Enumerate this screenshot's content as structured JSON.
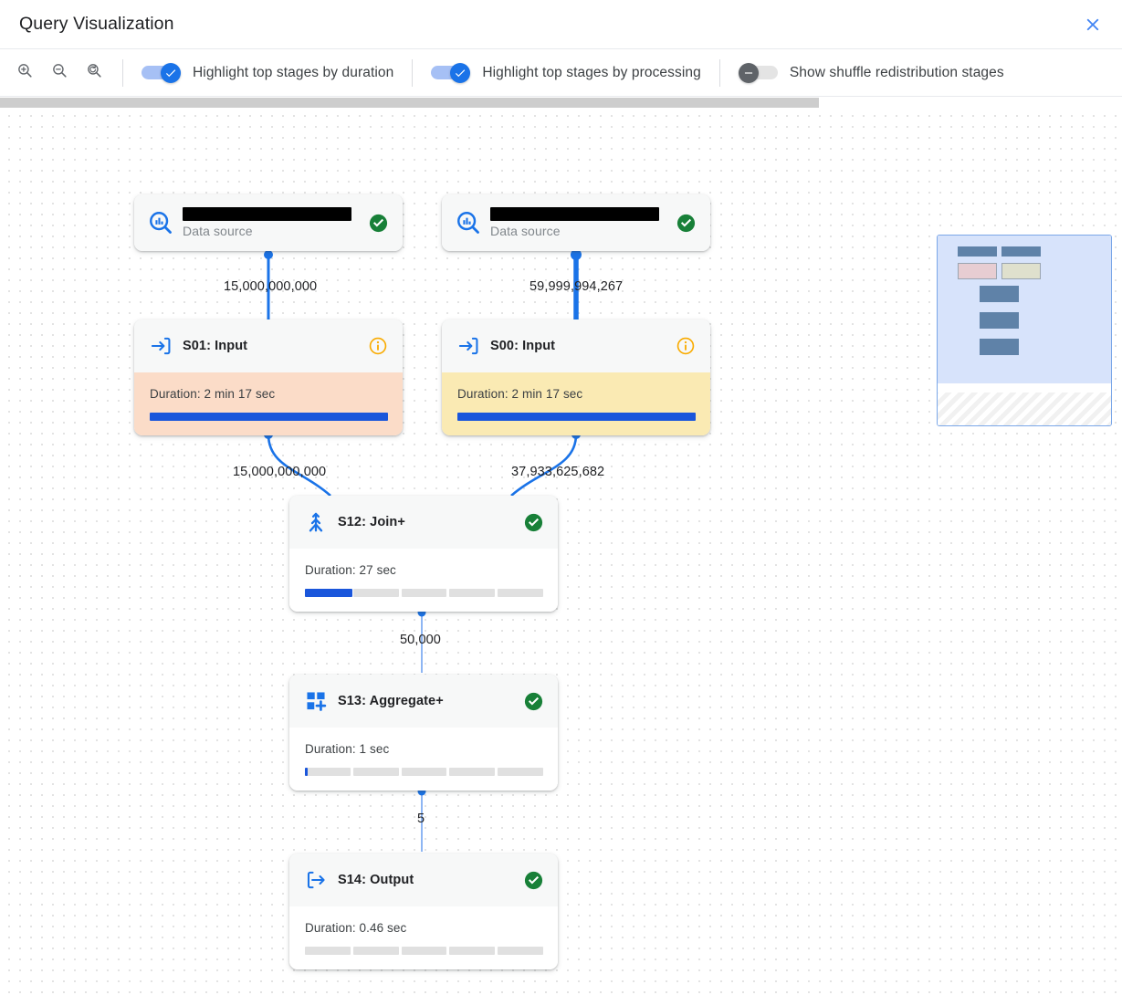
{
  "header": {
    "title": "Query Visualization",
    "close_icon": "close-icon"
  },
  "toolbar": {
    "zoom_in_icon": "zoom-in-icon",
    "zoom_out_icon": "zoom-out-icon",
    "zoom_reset_icon": "zoom-reset-icon",
    "toggles": [
      {
        "label": "Highlight top stages by duration",
        "state": "on"
      },
      {
        "label": "Highlight top stages by processing",
        "state": "on"
      },
      {
        "label": "Show shuffle redistribution stages",
        "state": "off"
      }
    ]
  },
  "colors": {
    "accent": "#1a73e8",
    "edge": "#1a73e8",
    "duration_highlight": "#fbdcc8",
    "processing_highlight": "#faeab3",
    "status_ok": "#188038",
    "status_info": "#f9ab00",
    "bar_fill": "#1a56db",
    "bar_track": "#e0e0e0"
  },
  "graph": {
    "nodes": [
      {
        "id": "ds1",
        "kind": "data-source",
        "icon": "bigquery-data-source-icon",
        "title": "",
        "title_redacted": true,
        "subtitle": "Data source",
        "status": "ok"
      },
      {
        "id": "ds2",
        "kind": "data-source",
        "icon": "bigquery-data-source-icon",
        "title": "",
        "title_redacted": true,
        "subtitle": "Data source",
        "status": "ok"
      },
      {
        "id": "s01",
        "kind": "stage",
        "icon": "input-arrow-icon",
        "title": "S01: Input",
        "status": "info",
        "duration_label": "Duration: 2 min 17 sec",
        "progress_pct": 100,
        "highlight": "duration"
      },
      {
        "id": "s00",
        "kind": "stage",
        "icon": "input-arrow-icon",
        "title": "S00: Input",
        "status": "info",
        "duration_label": "Duration: 2 min 17 sec",
        "progress_pct": 100,
        "highlight": "processing"
      },
      {
        "id": "s12",
        "kind": "stage",
        "icon": "join-icon",
        "title": "S12: Join+",
        "status": "ok",
        "duration_label": "Duration: 27 sec",
        "progress_pct": 20,
        "highlight": "none"
      },
      {
        "id": "s13",
        "kind": "stage",
        "icon": "aggregate-icon",
        "title": "S13: Aggregate+",
        "status": "ok",
        "duration_label": "Duration: 1 sec",
        "progress_pct": 1,
        "highlight": "none"
      },
      {
        "id": "s14",
        "kind": "stage",
        "icon": "output-arrow-icon",
        "title": "S14: Output",
        "status": "ok",
        "duration_label": "Duration: 0.46 sec",
        "progress_pct": 0,
        "highlight": "none"
      }
    ],
    "edges": [
      {
        "from": "ds1",
        "to": "s01",
        "label": "15,000,000,000"
      },
      {
        "from": "ds2",
        "to": "s00",
        "label": "59,999,994,267"
      },
      {
        "from": "s01",
        "to": "s12",
        "label": "15,000,000,000"
      },
      {
        "from": "s00",
        "to": "s12",
        "label": "37,933,625,682"
      },
      {
        "from": "s12",
        "to": "s13",
        "label": "50,000"
      },
      {
        "from": "s13",
        "to": "s14",
        "label": "5"
      }
    ]
  },
  "minimap": {
    "name": "minimap"
  }
}
